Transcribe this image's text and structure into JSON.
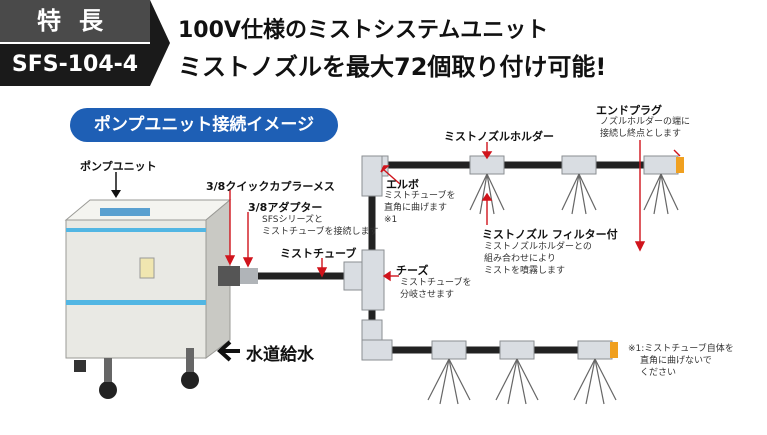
{
  "header": {
    "tag_top": "特長",
    "tag_bottom": "SFS-104-4",
    "line1": "100V仕様のミストシステムユニット",
    "line2": "ミストノズルを最大72個取り付け可能!"
  },
  "section_title": "ポンプユニット接続イメージ",
  "labels": {
    "pump_unit": "ポンプユニット",
    "quick_coupler": "3/8クイックカプラーメス",
    "adapter": "3/8アダプター",
    "adapter_desc_1": "SFSシリーズと",
    "adapter_desc_2": "ミストチューブを接続します",
    "mist_tube": "ミストチューブ",
    "elbow": "エルボ",
    "elbow_desc_1": "ミストチューブを",
    "elbow_desc_2": "直角に曲げます",
    "elbow_desc_3": "※1",
    "holder": "ミストノズルホルダー",
    "end_plug": "エンドプラグ",
    "end_plug_desc_1": "ノズルホルダーの端に",
    "end_plug_desc_2": "接続し終点とします",
    "nozzle": "ミストノズル フィルター付",
    "nozzle_desc_1": "ミストノズルホルダーとの",
    "nozzle_desc_2": "組み合わせにより",
    "nozzle_desc_3": "ミストを噴霧します",
    "tees": "チーズ",
    "tees_desc_1": "ミストチューブを",
    "tees_desc_2": "分岐させます",
    "water_supply": "水道給水",
    "note_1": "※1:ミストチューブ自体を",
    "note_2": "直角に曲げないで",
    "note_3": "ください"
  },
  "colors": {
    "title_pill": "#1e5fb5",
    "tube": "#222222",
    "fitting": "#d9dde2",
    "arrow_red": "#d0141c",
    "plug": "#f0a020"
  }
}
